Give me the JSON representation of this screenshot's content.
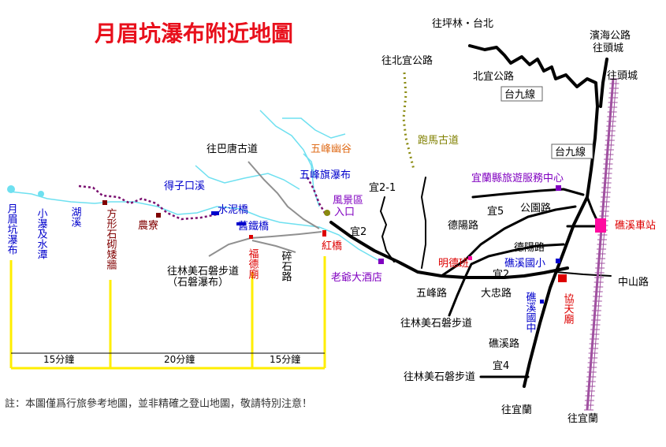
{
  "title": "月眉坑瀑布附近地圖",
  "note": "註：本圖僅爲行旅參考地圖，並非精確之登山地圖，敬請特別注意！",
  "colors": {
    "road": "#000000",
    "stream": "#6ee0f0",
    "trail": "#7a1070",
    "old_trail": "#8a8a10",
    "gray_road": "#909090",
    "railway": "#a050a0",
    "station": "#ff0aa0",
    "route": "#ffee00",
    "blue_label": "#0000cc",
    "purple_label": "#8000c0",
    "red_label": "#dd0000",
    "orange_label": "#e07020",
    "maroon_label": "#800000",
    "olive_label": "#808000"
  },
  "labels": {
    "to_pinglin_taipei": "往坪林・台北",
    "coastal_hwy": "濱海公路",
    "to_toucheng_1": "往頭城",
    "to_toucheng_2": "往頭城",
    "to_beiyi_hwy": "往北宜公路",
    "beiyi_hwy": "北宜公路",
    "tai9_1": "台九線",
    "tai9_2": "台九線",
    "paoma_trail": "跑馬古道",
    "wufeng_valley": "五峰幽谷",
    "to_batang": "往巴唐古道",
    "wufengqi_falls": "五峰旗瀑布",
    "scenic_entrance_1": "風景區",
    "scenic_entrance_2": "入口",
    "yi2_1": "宜2-1",
    "yi2_a": "宜2",
    "yi2_b": "宜2",
    "yi5": "宜5",
    "yi4": "宜4",
    "visitor_center": "宜蘭縣旅遊服務中心",
    "park_road": "公園路",
    "deyang_road_1": "德陽路",
    "deyang_road_2": "德陽路",
    "jiaoxi_station": "礁溪車站",
    "zhongshan_road": "中山路",
    "mingde": "明德班",
    "jiaoxi_elem": "礁溪國小",
    "xietian_temple": "協天廟",
    "jiaoxi_junior": "礁溪國中",
    "wufeng_road": "五峰路",
    "dazhong_road": "大忠路",
    "jiaoxi_road": "礁溪路",
    "to_linmei_1": "往林美石磐步道",
    "to_linmei_2": "往林美石磐步道",
    "to_yilan_1": "往宜蘭",
    "to_yilan_2": "往宜蘭",
    "laoye_hotel": "老爺大酒店",
    "red_bridge": "紅橋",
    "gravel_road": "碎石路",
    "fude_temple": "福德廟",
    "old_iron_bridge": "舊鐵橋",
    "cement_bridge": "水泥橋",
    "dezikou_stream": "得子口溪",
    "linmei_trail_1": "往林美石磐步道",
    "linmei_trail_2": "（石磐瀑布）",
    "farm_hut": "農寮",
    "square_wall": "方形石砌矮牆",
    "lake_stream": "湖溪",
    "small_falls": "小瀑及水潭",
    "yuemeikeng_falls": "月眉坑瀑布"
  },
  "durations": [
    "15分鐘",
    "20分鐘",
    "15分鐘"
  ]
}
